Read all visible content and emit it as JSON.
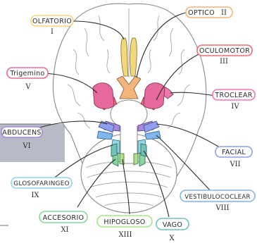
{
  "colors": {
    "olfatorio": "#f3d77a",
    "optico": "#f4b57a",
    "oculomotor": "#f26b7a",
    "troclear": "#f07ab0",
    "trigemino": "#e86a9c",
    "abducens": "#a889e0",
    "facial": "#8e9ff0",
    "vestibulococlear": "#7fb6ee",
    "glosofaringeo": "#92d6e6",
    "accesorio": "#84d6a0",
    "hipogloso": "#a6e38a",
    "vago": "#6fc3b8",
    "bubble_fill": "#ffffff",
    "label_text": "#2a2a2a",
    "grey_panel": "#b7bbc6"
  },
  "nerves": [
    {
      "key": "olfatorio",
      "name": "OLFATORIO",
      "numeral": "I"
    },
    {
      "key": "optico",
      "name": "OPTICO",
      "numeral": "II"
    },
    {
      "key": "oculomotor",
      "name": "OCULOMOTOR",
      "numeral": "III"
    },
    {
      "key": "troclear",
      "name": "TROCLEAR",
      "numeral": "IV"
    },
    {
      "key": "trigemino",
      "name": "Trigemino",
      "numeral": "V"
    },
    {
      "key": "abducens",
      "name": "ABDUCENS",
      "numeral": "VI"
    },
    {
      "key": "facial",
      "name": "FACIAL",
      "numeral": "VII"
    },
    {
      "key": "vestibulococlear",
      "name": "VESTIBULOCOCLEAR",
      "numeral": "VIII"
    },
    {
      "key": "glosofaringeo",
      "name": "GLOSOFARINGEO",
      "numeral": "IX"
    },
    {
      "key": "accesorio",
      "name": "ACCESORIO",
      "numeral": "XI"
    },
    {
      "key": "hipogloso",
      "name": "HIPOGLOSO",
      "numeral": "XIII"
    },
    {
      "key": "vago",
      "name": "VAGO",
      "numeral": "X"
    }
  ]
}
